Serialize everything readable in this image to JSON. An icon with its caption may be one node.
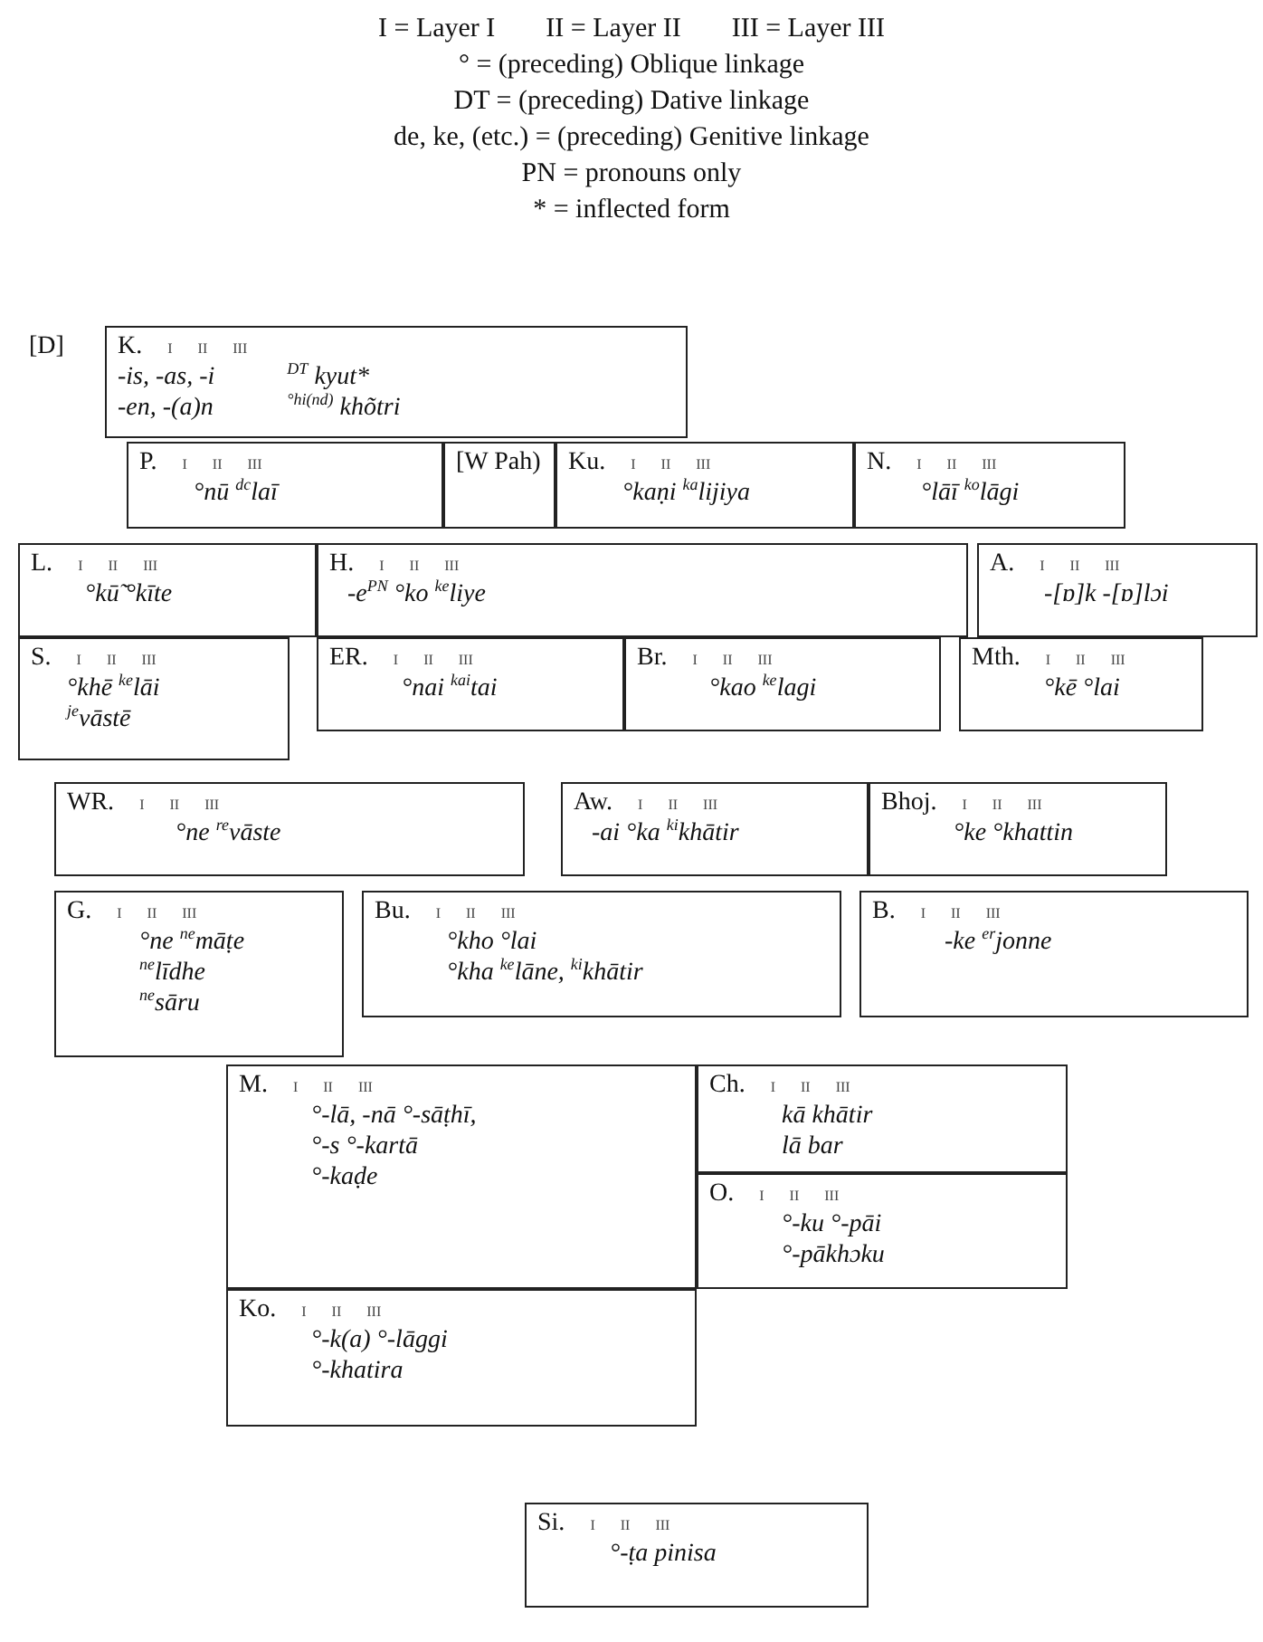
{
  "diagram": {
    "nodes": [
      {
        "text": [
          "K.",
          "I",
          "II",
          "III",
          "-is, -as, -i",
          "$^{DT}$ kyut*",
          "-en, -(a)n",
          "$^{°hi(nd)}$ khõtri"
        ],
        "beside": [
          "[D]"
        ]
      },
      {
        "text": [
          "P.",
          "I",
          "II",
          "III",
          "°nū $^{dc}$laī"
        ]
      },
      {
        "text": [
          "[W Pah)"
        ]
      },
      {
        "text": [
          "Ku.",
          "I",
          "II",
          "III",
          "°kaṇi $^{ka}$lijiya"
        ]
      },
      {
        "text": [
          "N.",
          "I",
          "II",
          "III",
          "°lāī $^{ko}$lāgi"
        ]
      },
      {
        "text": [
          "L.",
          "I",
          "II",
          "III",
          "°kū̃ °kīte"
        ]
      },
      {
        "text": [
          "H.",
          "I",
          "II",
          "III",
          "-e$^{PN}$ °ko $^{ke}$liye"
        ]
      },
      {
        "text": [
          "A.",
          "I",
          "II",
          "III",
          "-[ɒ]k -[ɒ]lɔi"
        ]
      },
      {
        "text": [
          "S.",
          "I",
          "II",
          "III",
          "°khē $^{ke}$lāi",
          "$^{je}$vāstē"
        ]
      },
      {
        "text": [
          "ER.",
          "I",
          "II",
          "III",
          "°nai $^{kai}$tai"
        ]
      },
      {
        "text": [
          "Br.",
          "I",
          "II",
          "III",
          "°kao $^{ke}$lagi"
        ]
      },
      {
        "text": [
          "Mth.",
          "I",
          "II",
          "III",
          "°kē °lai"
        ]
      },
      {
        "text": [
          "WR.",
          "I",
          "II",
          "III",
          "°ne $^{re}$vāste"
        ]
      },
      {
        "text": [
          "Aw.",
          "I",
          "II",
          "III",
          "-ai °ka $^{ki}$khātir"
        ]
      },
      {
        "text": [
          "Bhoj.",
          "I",
          "II",
          "III",
          "°ke °khattin"
        ]
      },
      {
        "text": [
          "G.",
          "I",
          "II",
          "III",
          "°ne $^{ne}$māṭe",
          "$^{ne}$līdhe",
          "$^{ne}$sāru"
        ]
      },
      {
        "text": [
          "Bu.",
          "I",
          "II",
          "III",
          "°kho °lai",
          "°kha $^{ke}$lāne, $^{ki}$khātir"
        ]
      },
      {
        "text": [
          "B.",
          "I",
          "II",
          "III",
          "-ke $^{er}$jonne"
        ]
      },
      {
        "text": [
          "Ch.",
          "I",
          "II",
          "III",
          "kā khātir",
          "lā bar"
        ]
      },
      {
        "text": [
          "M.",
          "I",
          "II",
          "III",
          "°-lā, -nā °-sāṭhī,",
          "°-s °-kartā",
          "°-kaḍe"
        ]
      },
      {
        "text": [
          "O.",
          "I",
          "II",
          "III",
          "°-ku °-pāi",
          "°-pākhɔku"
        ]
      },
      {
        "text": [
          "Ko.",
          "I",
          "II",
          "III",
          "°-k(a) °-lāggi",
          "°-khatira"
        ]
      },
      {
        "text": [
          "Si.",
          "I",
          "II",
          "III",
          "°-ṭa pinisa"
        ]
      }
    ],
    "labels": [
      "I = Layer I",
      "II = Layer II",
      "III = Layer III",
      "° = (preceding) Oblique linkage",
      "DT = (preceding) Dative linkage",
      "de, ke, (etc.) = (preceding) Genitive linkage",
      "PN = pronouns only",
      "* = inflected form"
    ]
  }
}
